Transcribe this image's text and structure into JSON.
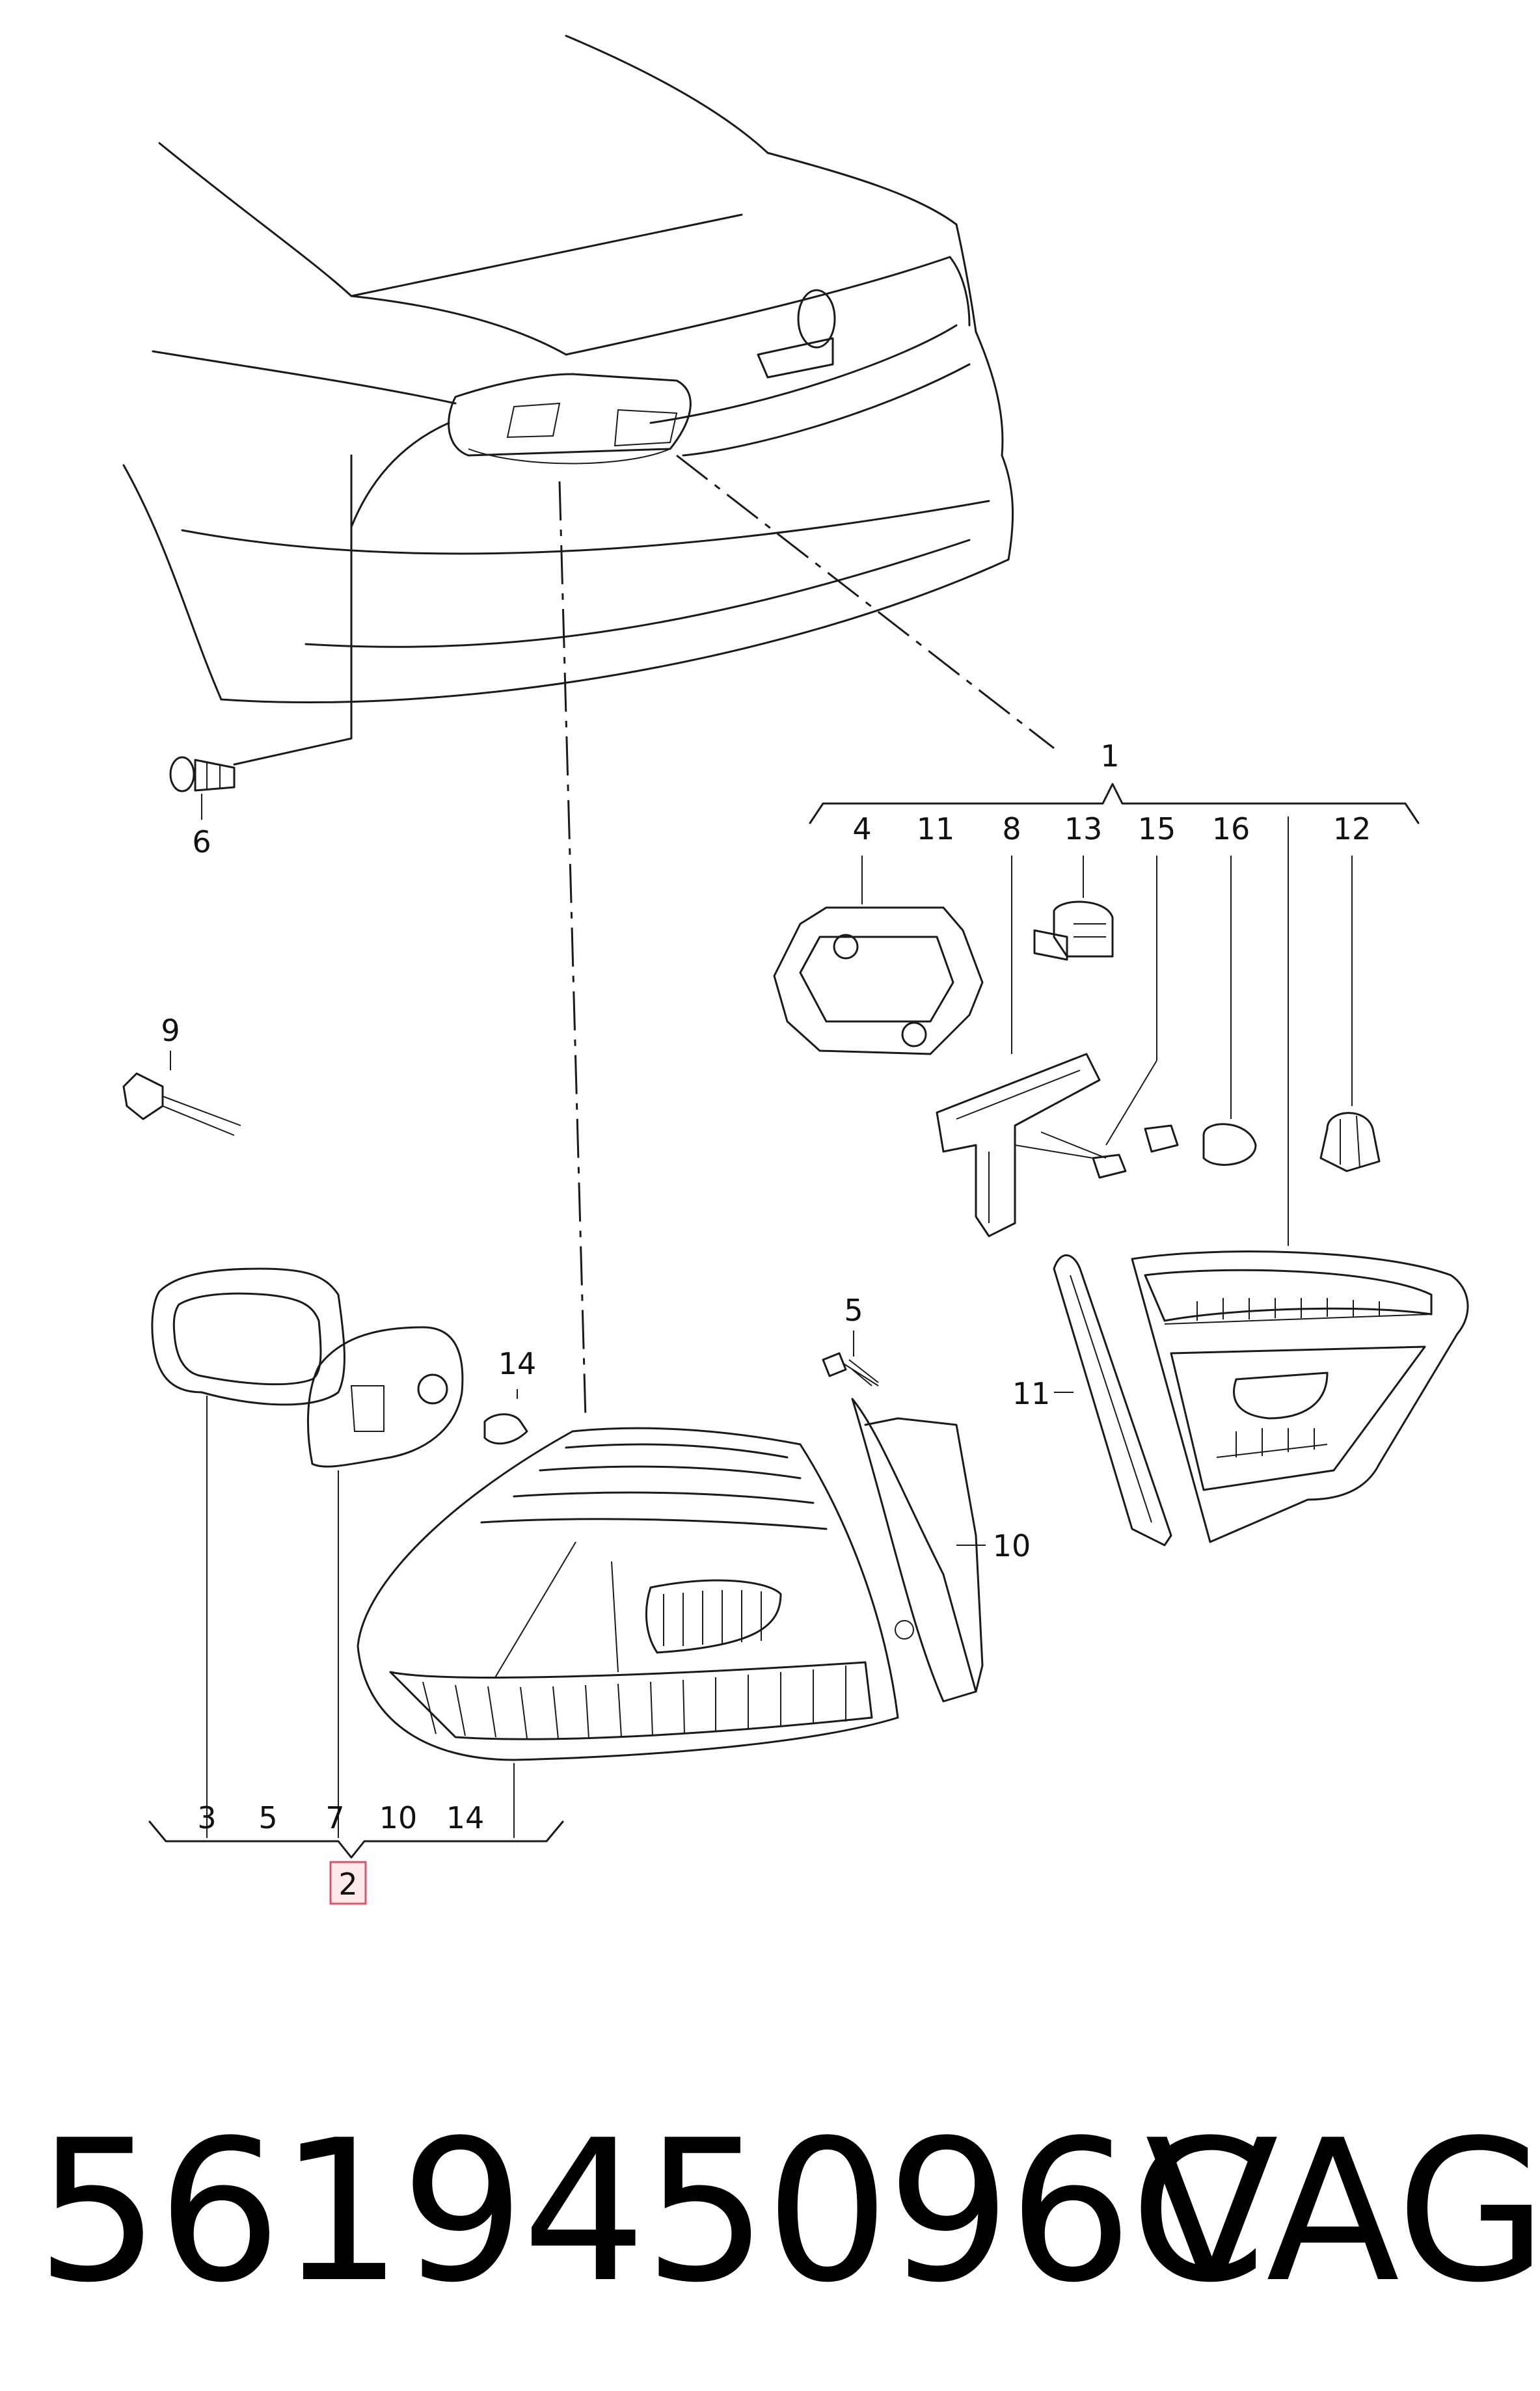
{
  "diagram": {
    "callouts": [
      {
        "id": "1",
        "text": "1"
      },
      {
        "id": "2",
        "text": "2"
      },
      {
        "id": "3",
        "text": "3"
      },
      {
        "id": "4",
        "text": "4"
      },
      {
        "id": "5a",
        "text": "5"
      },
      {
        "id": "5b",
        "text": "5"
      },
      {
        "id": "6",
        "text": "6"
      },
      {
        "id": "7",
        "text": "7"
      },
      {
        "id": "8",
        "text": "8"
      },
      {
        "id": "9",
        "text": "9"
      },
      {
        "id": "10a",
        "text": "10"
      },
      {
        "id": "10b",
        "text": "10"
      },
      {
        "id": "11a",
        "text": "11"
      },
      {
        "id": "11b",
        "text": "11"
      },
      {
        "id": "12",
        "text": "12"
      },
      {
        "id": "13",
        "text": "13"
      },
      {
        "id": "14a",
        "text": "14"
      },
      {
        "id": "14b",
        "text": "14"
      },
      {
        "id": "15",
        "text": "15"
      },
      {
        "id": "16",
        "text": "16"
      }
    ],
    "colors": {
      "line": "#1a1a1a",
      "highlight_fill": "#fde8ea",
      "highlight_stroke": "#e0526a"
    }
  },
  "footer": {
    "part_number": "561945096C",
    "brand": "VAG"
  }
}
